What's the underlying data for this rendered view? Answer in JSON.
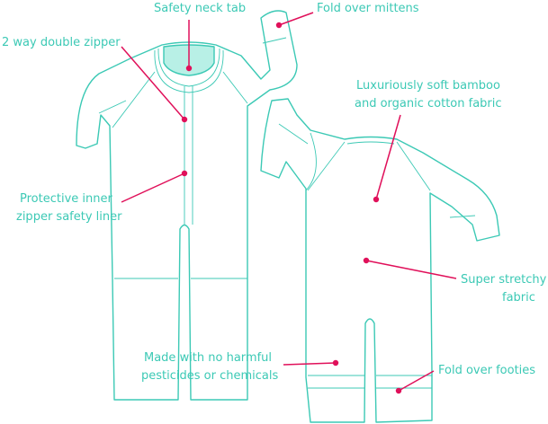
{
  "colors": {
    "outline": "#3cc9b5",
    "callout": "#e0105a",
    "label": "#3cc9b5"
  },
  "labels": {
    "neck_tab": "Safety neck tab",
    "mittens": "Fold over mittens",
    "zipper": "2 way double zipper",
    "liner_1": "Protective inner",
    "liner_2": "zipper safety liner",
    "fabric_1": "Luxuriously soft bamboo",
    "fabric_2": "and organic cotton fabric",
    "stretchy_1": "Super stretchy",
    "stretchy_2": "fabric",
    "pesticides_1": "Made with no harmful",
    "pesticides_2": "pesticides or chemicals",
    "footies": "Fold over footies"
  }
}
